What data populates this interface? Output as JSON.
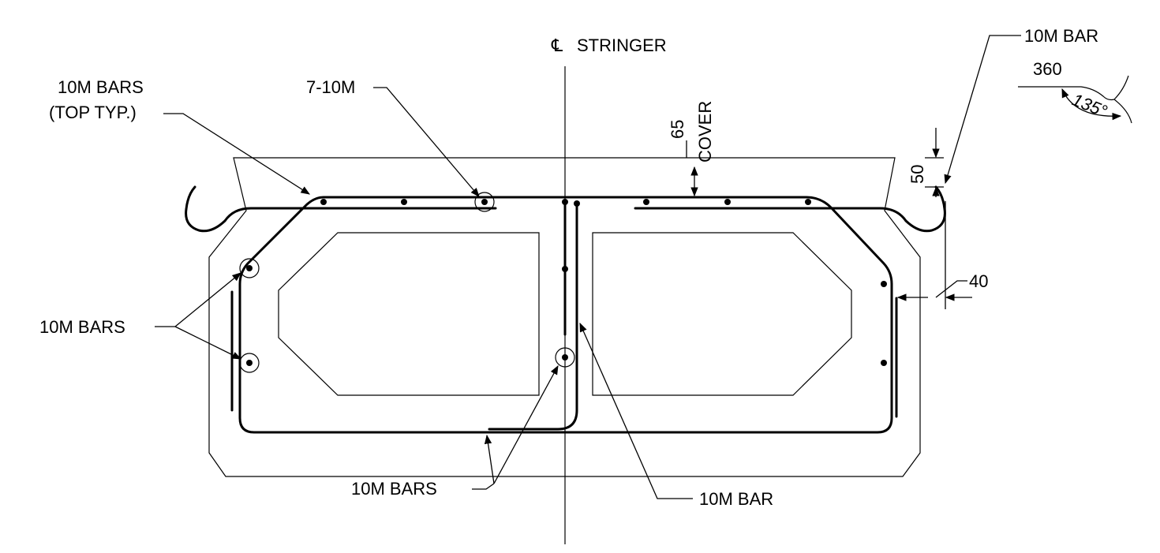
{
  "labels": {
    "centerline_symbol": "℄",
    "centerline_text": "STRINGER",
    "top_bars_line1": "10M BARS",
    "top_bars_line2": "(TOP TYP.)",
    "bars_7_10m": "7-10M",
    "cover_value": "65",
    "cover_text": "COVER",
    "dim_50": "50",
    "dim_40": "40",
    "side_bars": "10M BARS",
    "bottom_bars": "10M BARS",
    "center_bar": "10M BAR",
    "hook_bar": "10M BAR",
    "hook_length": "360",
    "hook_angle": "135°"
  }
}
